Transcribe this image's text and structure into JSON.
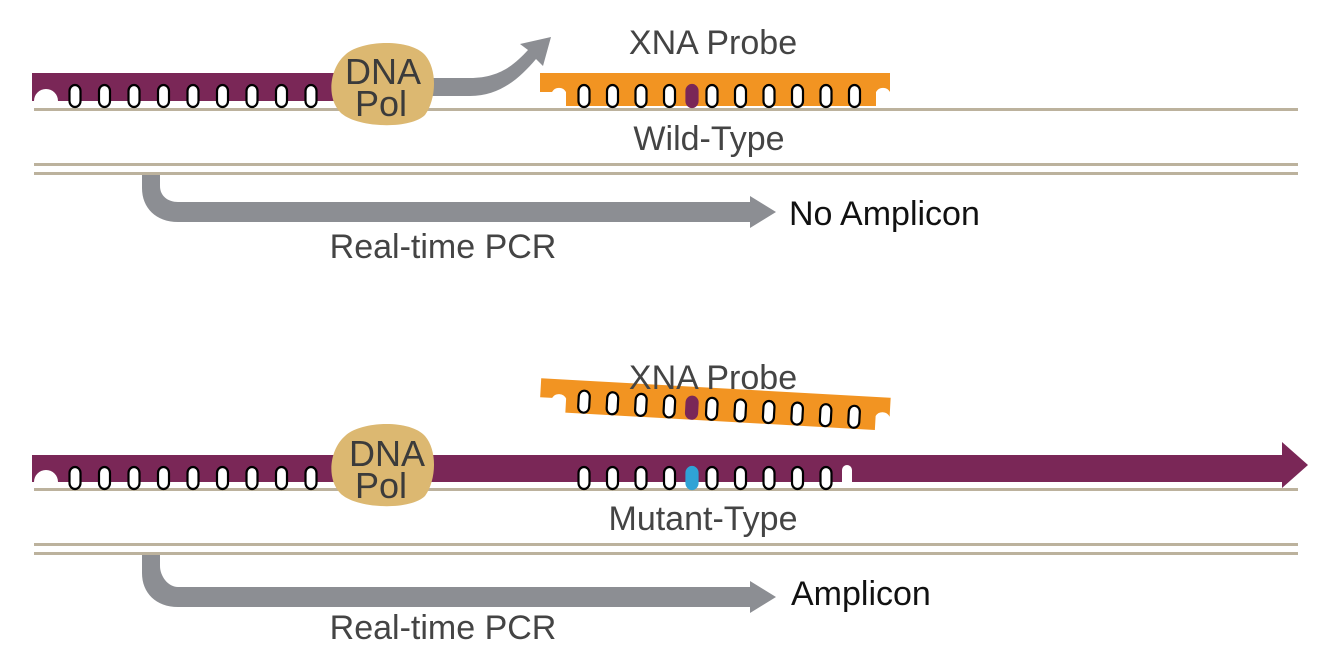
{
  "colors": {
    "strand": "#7a2757",
    "probe": "#f29422",
    "tan_line": "#bcb29d",
    "pcr_arrow": "#8c8e93",
    "polymerase": "#dcb871",
    "wild_base": "#7a2757",
    "mutant_base": "#2fa3d6",
    "base_fill": "#ffffff",
    "base_stroke": "#000000"
  },
  "panels": [
    {
      "id": "wild-type",
      "polymerase_label_line1": "DNA",
      "polymerase_label_line2": "Pol",
      "probe_label": "XNA Probe",
      "template_label": "Wild-Type",
      "pcr_label": "Real-time PCR",
      "result_label": "No Amplicon",
      "probe_state": "bound",
      "strand_bases": 9,
      "probe_bases_before_site": 4,
      "probe_bases_after_site": 6
    },
    {
      "id": "mutant-type",
      "polymerase_label_line1": "DNA",
      "polymerase_label_line2": "Pol",
      "probe_label": "XNA Probe",
      "template_label": "Mutant-Type",
      "pcr_label": "Real-time PCR",
      "result_label": "Amplicon",
      "probe_state": "displaced",
      "strand_bases": 9,
      "probe_bases_before_site": 4,
      "probe_bases_after_site": 6,
      "extended_bases_before_site": 4,
      "extended_bases_after_site": 5
    }
  ]
}
